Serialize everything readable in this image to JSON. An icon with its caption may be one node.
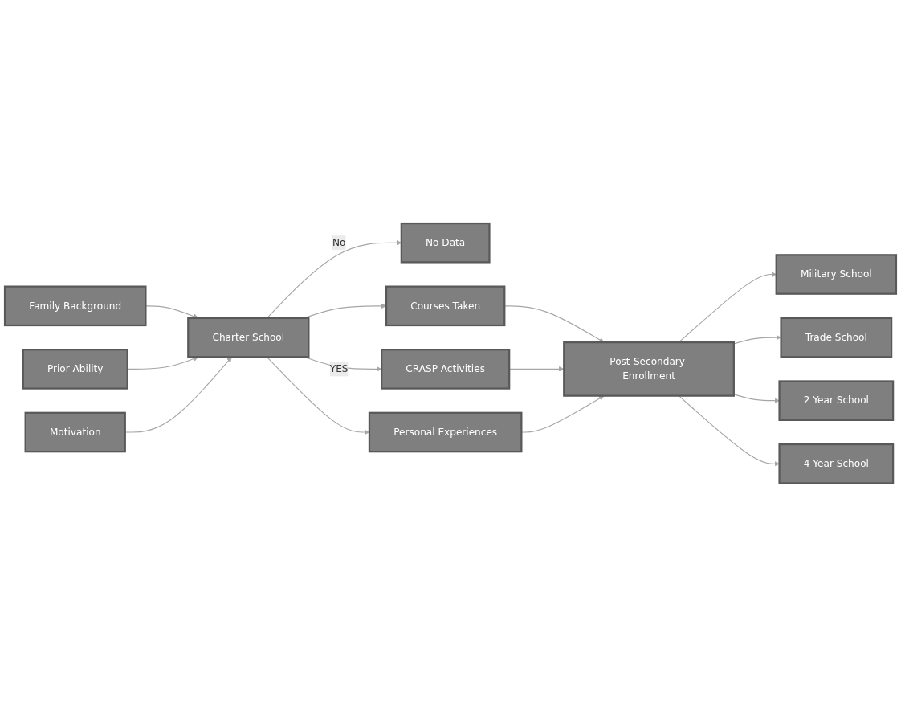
{
  "diagram": {
    "nodes": [
      {
        "text": [
          "Family Background"
        ]
      },
      {
        "text": [
          "Prior Ability"
        ]
      },
      {
        "text": [
          "Motivation"
        ]
      },
      {
        "text": [
          "Charter School"
        ]
      },
      {
        "text": [
          "No Data"
        ]
      },
      {
        "text": [
          "Courses Taken"
        ]
      },
      {
        "text": [
          "CRASP Activities"
        ]
      },
      {
        "text": [
          "Personal Experiences"
        ]
      },
      {
        "text": [
          "Post-Secondary Enrollment"
        ]
      },
      {
        "text": [
          "Military School"
        ]
      },
      {
        "text": [
          "Trade School"
        ]
      },
      {
        "text": [
          "2 Year School"
        ]
      },
      {
        "text": [
          "4 Year School"
        ]
      }
    ],
    "edges": [
      {
        "from": 0,
        "to": 3,
        "arrow": "to"
      },
      {
        "from": 1,
        "to": 3,
        "arrow": "to"
      },
      {
        "from": 2,
        "to": 3,
        "arrow": "to"
      },
      {
        "from": 3,
        "to": 5,
        "arrow": "to"
      },
      {
        "from": 3,
        "to": 6,
        "arrow": "to",
        "label": "YES"
      },
      {
        "from": 3,
        "to": 7,
        "arrow": "to"
      },
      {
        "from": 3,
        "to": 4,
        "arrow": "to",
        "label": "No"
      },
      {
        "from": 5,
        "to": 8,
        "arrow": "to"
      },
      {
        "from": 6,
        "to": 8,
        "arrow": "to"
      },
      {
        "from": 7,
        "to": 8,
        "arrow": "to"
      },
      {
        "from": 8,
        "to": 9,
        "arrow": "to"
      },
      {
        "from": 8,
        "to": 10,
        "arrow": "to"
      },
      {
        "from": 8,
        "to": 11,
        "arrow": "to"
      },
      {
        "from": 8,
        "to": 12,
        "arrow": "to"
      }
    ]
  }
}
